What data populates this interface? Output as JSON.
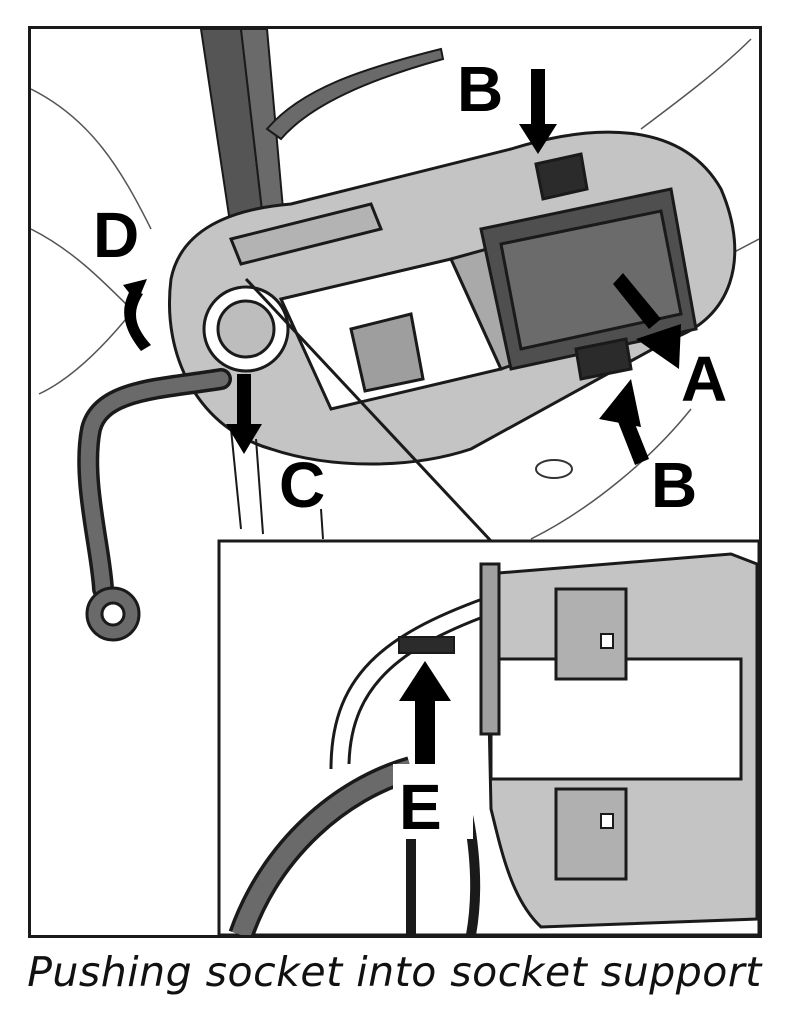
{
  "figure": {
    "caption": "Pushing socket into socket support",
    "callouts": {
      "b_top": "B",
      "d": "D",
      "a": "A",
      "b_bottom": "B",
      "c": "C",
      "e": "E"
    },
    "colors": {
      "line": "#1a1a1a",
      "part_light": "#bdbdbd",
      "part_mid": "#9e9e9e",
      "part_dark": "#5a5a5a",
      "socket": "#4f4f4f",
      "cable": "#6a6a6a"
    }
  }
}
